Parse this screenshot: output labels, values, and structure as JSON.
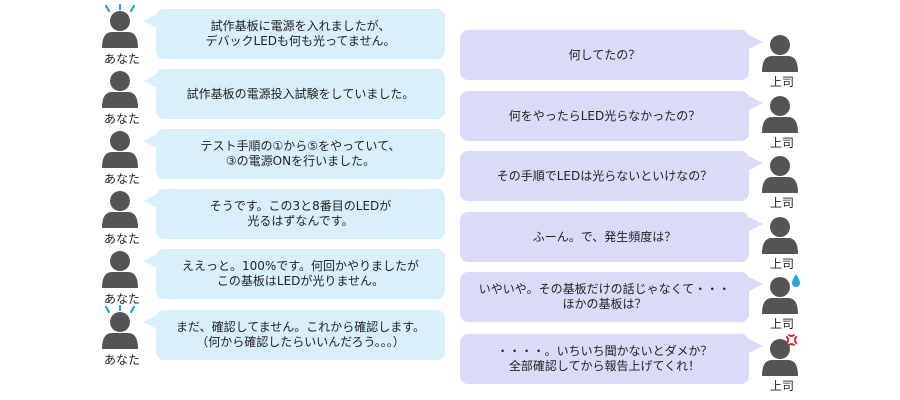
{
  "colors": {
    "user_bubble": "#d9f0fb",
    "boss_bubble": "#dadcf7",
    "avatar": "#545454",
    "sweat": "#29a3e0",
    "anger": "#e0233a"
  },
  "user": {
    "label": "あなた",
    "messages": [
      {
        "lines": [
          "試作基板に電源を入れましたが、",
          "デバックLEDも何も光ってません。"
        ],
        "icon": "avatar-sweat-icon"
      },
      {
        "lines": [
          "試作基板の電源投入試験をしていました。"
        ],
        "icon": "avatar-icon"
      },
      {
        "lines": [
          "テスト手順の①から⑤をやっていて、",
          "③の電源ONを行いました。"
        ],
        "icon": "avatar-icon"
      },
      {
        "lines": [
          "そうです。この3と8番目のLEDが",
          "光るはずなんです。"
        ],
        "icon": "avatar-icon"
      },
      {
        "lines": [
          "ええっと。100%です。何回かやりましたが",
          "この基板はLEDが光りません。"
        ],
        "icon": "avatar-icon"
      },
      {
        "lines": [
          "まだ、確認してません。これから確認します。",
          "（何から確認したらいいんだろう。。。）"
        ],
        "icon": "avatar-sweat-icon"
      }
    ]
  },
  "boss": {
    "label": "上司",
    "messages": [
      {
        "lines": [
          "何してたの？"
        ],
        "icon": "avatar-icon"
      },
      {
        "lines": [
          "何をやったらLED光らなかったの？"
        ],
        "icon": "avatar-icon"
      },
      {
        "lines": [
          "その手順でLEDは光らないといけなの？"
        ],
        "icon": "avatar-icon"
      },
      {
        "lines": [
          "ふーん。で、発生頻度は？"
        ],
        "icon": "avatar-icon"
      },
      {
        "lines": [
          "いやいや。その基板だけの話じゃなくて・・・",
          "ほかの基板は？"
        ],
        "icon": "avatar-drop-icon"
      },
      {
        "lines": [
          "・・・・。いちいち聞かないとダメか？",
          "全部確認してから報告上げてくれ！"
        ],
        "icon": "avatar-anger-icon"
      }
    ]
  }
}
